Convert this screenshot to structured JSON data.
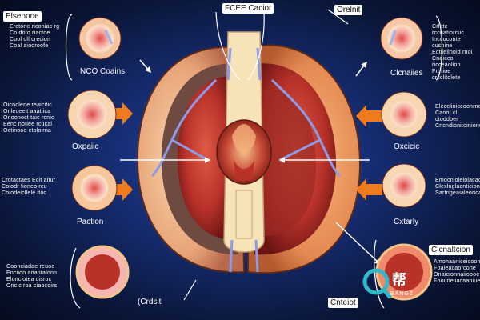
{
  "titles": {
    "top_left": "Elsenone",
    "top_center": "FCEE Cacior",
    "top_right": "Orelnit",
    "bottom_right": "Clcnaltcion",
    "bottom_center": "Cnteiot"
  },
  "captions": {
    "left_1": "NCO Coains",
    "left_2": "Oxpaiic",
    "left_3": "Paction",
    "right_1": "Clcnaiies",
    "right_2": "Oxcicic",
    "right_3": "Cxtarly",
    "bottom_mid": "(Crdsit"
  },
  "text_blocks": {
    "top_left": "Erctone riconiac  rg\nCo  doto  riactoe\nCool oll crecion\nCoal  aiodroofe",
    "top_right": "Crlitte  rccnatiorcuc\nInccoconte  cusnine\nEctiieiinoid  rnoi\nCnaicco  ricceaolion\nFrt  tioe  crcclitolete",
    "mid_left": "Oicnolene  reaicitic\nOnleceeit  aaatiica\nOnoonoct  taic  rcnio\nEenc  notiee  rcucal\nOctinooo  ctoloirna",
    "mid_right": "Eleccliniccoonrnenter\nCaoot  cl  ctoddoer\nCncndionitoinionu",
    "low_left": "Crotactaes  Ecit  aitur\nCoiodr  fioneo  rcu\nCoiodeicllele  itoo",
    "low_right": "Emocnlolelolacadnd\nClexlnglacnticionaria\nSartrigeaialeoricane",
    "bottom_left": "Coonciadae  reuoe\nEnciion  aoantalonn\nElonciotea  cisroc\nOncic  roa  ciaocoirs",
    "bottom_right": "Amonaaniceicoona\nFoaieacaorcone\nOnaicionnaiioooe\nFoouneiiacaaniue"
  },
  "watermark": {
    "chars": "帮",
    "latin": "BANGZ"
  },
  "colors": {
    "background": "#172f78",
    "organ_peach": "#f1b07a",
    "organ_red": "#b8322a",
    "vessel_blue": "#8c9be8",
    "arrow_orange": "#f07b1c",
    "disc_pink": "#f4b6ae"
  }
}
